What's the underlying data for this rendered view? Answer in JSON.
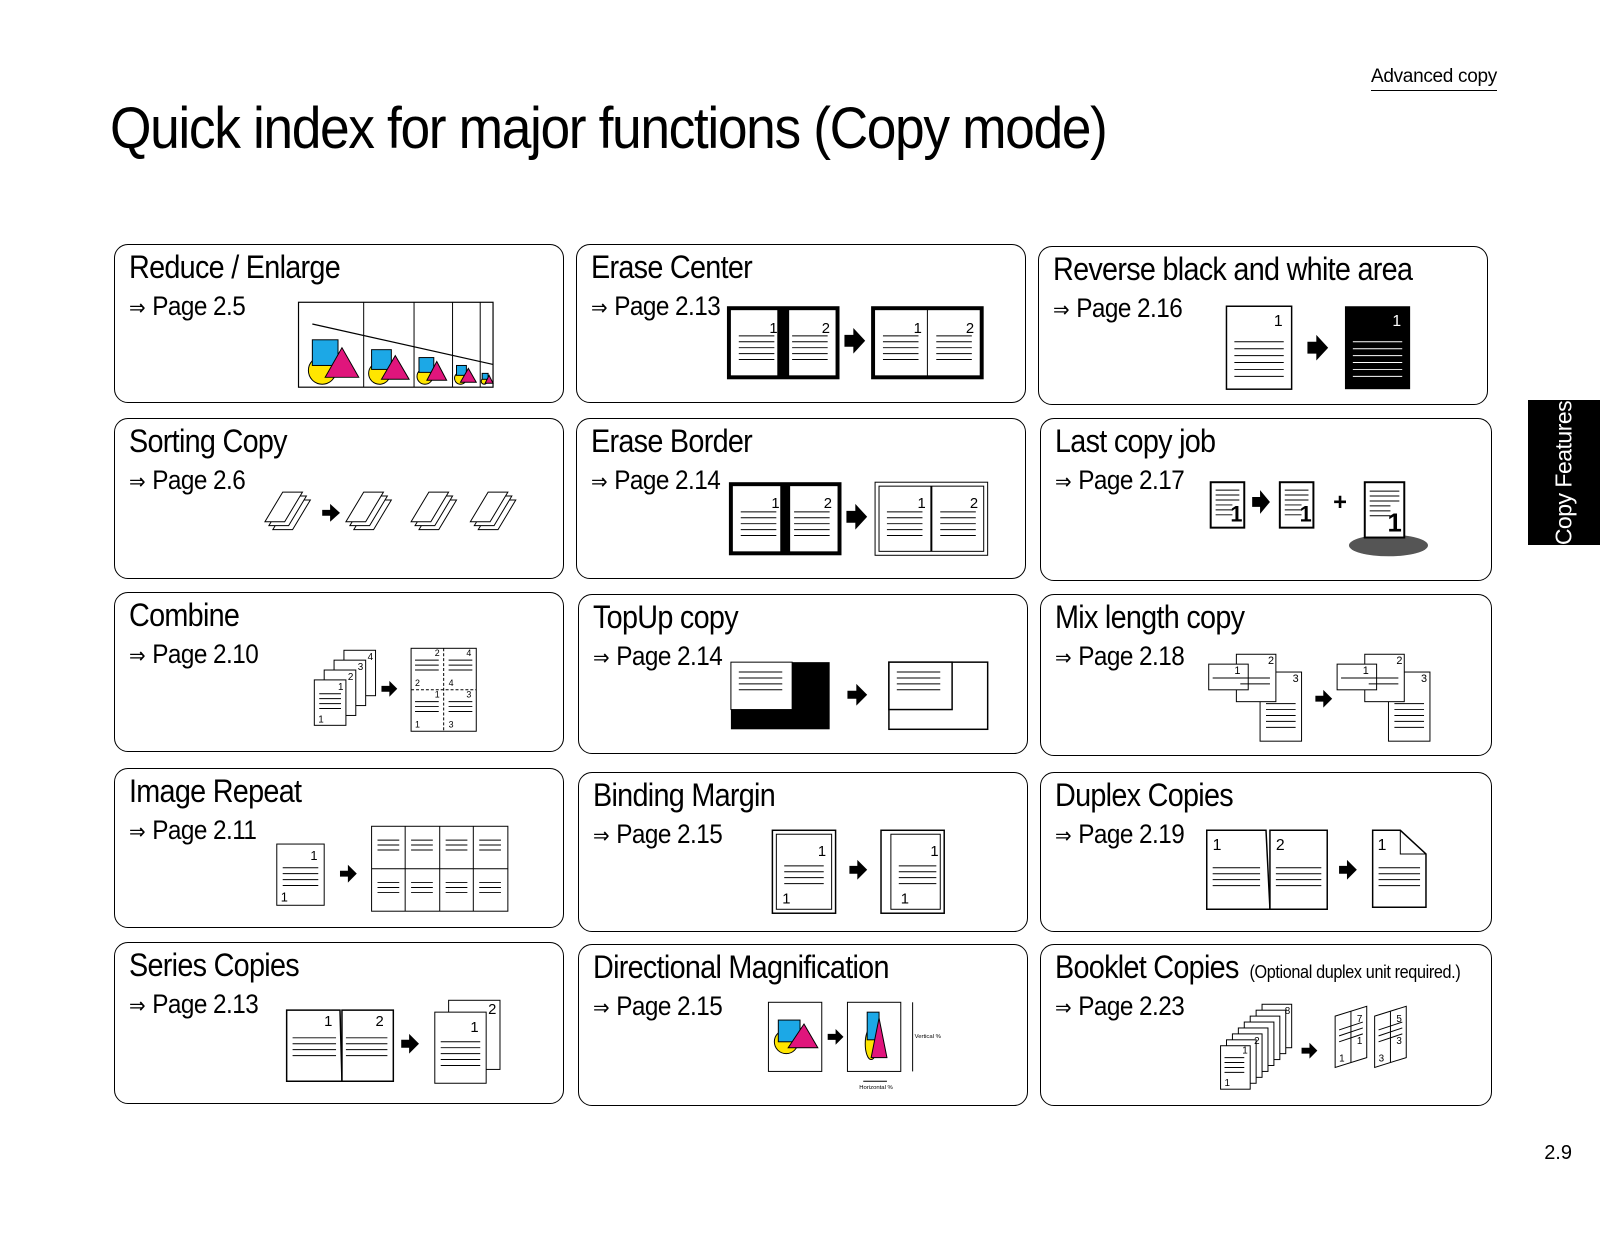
{
  "header": {
    "section": "Advanced copy",
    "title": "Quick index for major functions (Copy mode)"
  },
  "side_tab": {
    "label": "Copy Features"
  },
  "page_number": "2.9",
  "ref_arrow": "⇒",
  "cards": [
    {
      "title": "Reduce / Enlarge",
      "page": "Page 2.5",
      "note": ""
    },
    {
      "title": "Erase Center",
      "page": "Page 2.13",
      "note": ""
    },
    {
      "title": "Reverse black and white area",
      "page": "Page 2.16",
      "note": ""
    },
    {
      "title": "Sorting Copy",
      "page": "Page 2.6",
      "note": ""
    },
    {
      "title": "Erase Border",
      "page": "Page 2.14",
      "note": ""
    },
    {
      "title": "Last copy job",
      "page": "Page 2.17",
      "note": ""
    },
    {
      "title": "Combine",
      "page": "Page 2.10",
      "note": ""
    },
    {
      "title": "TopUp copy",
      "page": "Page 2.14",
      "note": ""
    },
    {
      "title": "Mix length copy",
      "page": "Page 2.18",
      "note": ""
    },
    {
      "title": "Image Repeat",
      "page": "Page 2.11",
      "note": ""
    },
    {
      "title": "Binding Margin",
      "page": "Page 2.15",
      "note": ""
    },
    {
      "title": "Duplex Copies",
      "page": "Page 2.19",
      "note": ""
    },
    {
      "title": "Series Copies",
      "page": "Page 2.13",
      "note": ""
    },
    {
      "title": "Directional Magnification",
      "page": "Page 2.15",
      "note": ""
    },
    {
      "title": "Booklet Copies",
      "page": "Page 2.23",
      "note": "(Optional duplex unit required.)"
    }
  ],
  "illustration_labels": {
    "vertical": "Vertical %",
    "horizontal": "Horizontal %"
  },
  "colors": {
    "cyan": "#1ca8e6",
    "magenta": "#e0157c",
    "yellow": "#ffe600",
    "black": "#000000"
  }
}
